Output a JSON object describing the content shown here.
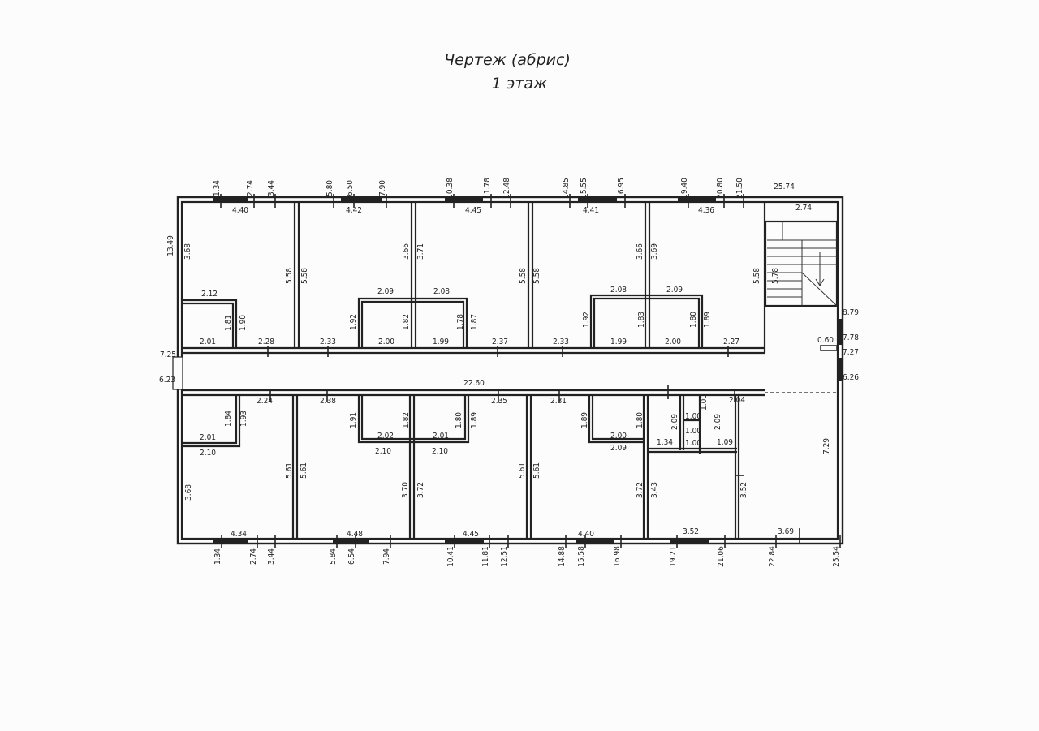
{
  "title": "Чертеж (абрис)",
  "subtitle": "1 этаж",
  "top_chain": [
    "1.34",
    "2.74",
    "3.44",
    "5.80",
    "6.50",
    "7.90",
    "10.38",
    "11.78",
    "12.48",
    "14.85",
    "15.55",
    "16.95",
    "19.40",
    "20.80",
    "21.50",
    "25.74"
  ],
  "bottom_chain": [
    "1.34",
    "2.74",
    "3.44",
    "5.84",
    "6.54",
    "7.94",
    "10.41",
    "11.81",
    "12.51",
    "14.88",
    "15.58",
    "16.98",
    "19.21",
    "21.06",
    "22.84",
    "25.54"
  ],
  "right_chain": [
    "8.79",
    "7.78",
    "7.27",
    "6.26"
  ],
  "left_chain": [
    "13.49",
    "7.25",
    "6.23"
  ],
  "north_labels": [
    "4.40",
    "4.42",
    "4.45",
    "4.41",
    "4.36",
    "2.74",
    "3.68",
    "5.58",
    "5.58",
    "3.66",
    "3.71",
    "5.58",
    "5.58",
    "3.66",
    "3.69",
    "5.58",
    "5.78",
    "2.12",
    "1.81",
    "1.90",
    "2.09",
    "1.92",
    "1.82",
    "2.08",
    "1.78",
    "1.87",
    "2.08",
    "1.92",
    "1.83",
    "2.09",
    "1.80",
    "1.89",
    "2.01",
    "2.28",
    "2.33",
    "2.00",
    "1.99",
    "2.37",
    "2.33",
    "1.99",
    "2.00",
    "2.27",
    "0.60"
  ],
  "corridor_label": "22.60",
  "south_labels": [
    "2.24",
    "2.38",
    "2.35",
    "2.31",
    "2.04",
    "1.84",
    "1.93",
    "1.91",
    "1.82",
    "1.80",
    "1.89",
    "1.89",
    "1.80",
    "2.09",
    "2.09",
    "1.00",
    "1.00",
    "1.00",
    "1.00",
    "2.01",
    "2.10",
    "2.02",
    "2.10",
    "2.01",
    "2.10",
    "2.00",
    "2.09",
    "1.34",
    "1.09",
    "3.68",
    "5.61",
    "5.61",
    "3.70",
    "3.72",
    "5.61",
    "5.61",
    "3.72",
    "3.43",
    "3.52",
    "7.29",
    "4.34",
    "4.48",
    "4.45",
    "4.40",
    "3.52",
    "3.69"
  ]
}
